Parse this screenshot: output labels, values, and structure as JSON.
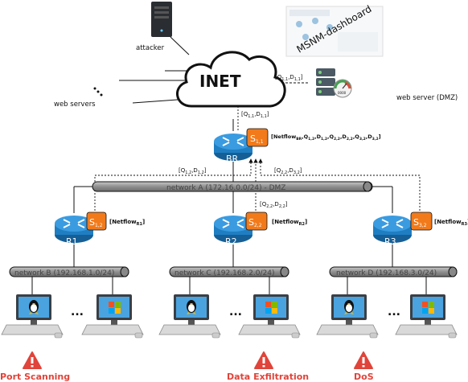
{
  "cloud": {
    "label": "INET"
  },
  "attacker": {
    "label": "attacker"
  },
  "web_servers": {
    "label": "web servers"
  },
  "dmz_server": {
    "label": "web server (DMZ)"
  },
  "dashboard": {
    "label": "MSNM-dashboard",
    "gauge_text": "0000"
  },
  "border_router": {
    "label": "BR",
    "sensor_label": "S",
    "sensor_sub": "1,1"
  },
  "routers": [
    {
      "label": "R1",
      "sensor_label": "S",
      "sensor_sub": "1,2",
      "netflow_label": "[Netflow",
      "netflow_sub": "R1",
      "netflow_close": "]"
    },
    {
      "label": "R2",
      "sensor_label": "S",
      "sensor_sub": "2,2",
      "netflow_label": "[Netflow",
      "netflow_sub": "R2",
      "netflow_close": "]"
    },
    {
      "label": "R3",
      "sensor_label": "S",
      "sensor_sub": "3,2",
      "netflow_label": "[Netflow",
      "netflow_sub": "R3",
      "netflow_close": "]"
    }
  ],
  "networks": {
    "a": "network A (172.16.0.0/24) - DMZ",
    "b": "network B (192.168.1.0/24)",
    "c": "network C (192.168.2.0/24)",
    "d": "network D (192.168.3.0/24)"
  },
  "flows": {
    "q11_d11_cloud": {
      "open": "[Q",
      "q_sub": "1,1",
      "sep": ",D",
      "d_sub": "1,1",
      "close": "]"
    },
    "q11_d11_br": {
      "open": "[Q",
      "q_sub": "1,1",
      "sep": ",D",
      "d_sub": "1,1",
      "close": "]"
    },
    "q12_d12": {
      "open": "[Q",
      "q_sub": "1,2",
      "sep": ",D",
      "d_sub": "1,2",
      "close": "]"
    },
    "q22_d22_mid": {
      "open": "[Q",
      "q_sub": "2,2",
      "sep": ",D",
      "d_sub": "2,2",
      "close": "]"
    },
    "q22_d32": {
      "open": "[Q",
      "q_sub": "2,2",
      "sep": ",D",
      "d_sub": "3,2",
      "close": "]"
    },
    "br_netflow": {
      "text": "[Netflow",
      "sub": "BR",
      "rest": ",Q",
      "rest_sub1": "1,2",
      "d1": ",D",
      "d1_sub": "1,2",
      "q2": ",Q",
      "q2_sub": "2,2",
      "d2": ",D",
      "d2_sub": "2,2",
      "q3": ",Q",
      "q3_sub": "3,2",
      "d3": ",D",
      "d3_sub": "3,2",
      "close": "]"
    }
  },
  "ellipsis": "...",
  "alerts": [
    {
      "label": "Port Scanning"
    },
    {
      "label": "Data Exfiltration"
    },
    {
      "label": "DoS"
    }
  ],
  "colors": {
    "router": "#1f7ec2",
    "sensor": "#f27a1a",
    "network_bar": "#9e9e9e",
    "alert": "#e0443a"
  }
}
